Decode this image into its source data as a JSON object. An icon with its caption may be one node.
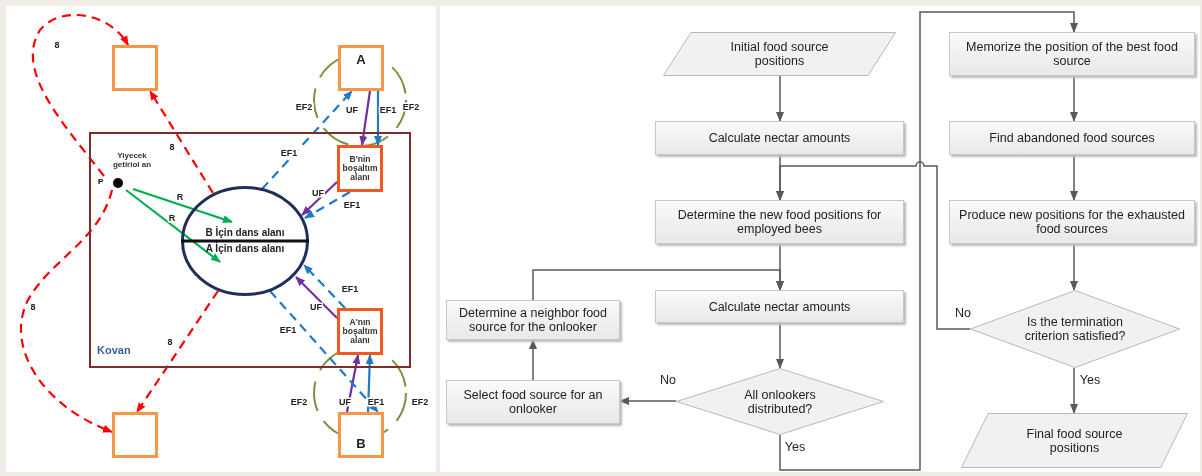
{
  "diagram": {
    "nodes": [
      {
        "text": [
          "Kovan"
        ]
      },
      {
        "text": [],
        "shape": "box"
      },
      {
        "text": [
          "A"
        ]
      },
      {
        "text": [
          "B'nin boşaltım alanı"
        ],
        "in": 0
      },
      {
        "text": [
          "P"
        ],
        "beside": [
          "Yiyecek getiriol an"
        ],
        "in": 0
      },
      {
        "text": [
          "B İçin dans alanı",
          "A İçin dans alanı"
        ],
        "in": 0
      },
      {
        "text": [
          "A'nın boşaltım alanı"
        ],
        "in": 0
      },
      {
        "text": [],
        "shape": "box"
      },
      {
        "text": [
          "B"
        ]
      },
      {
        "text": [
          "Initial food source positions"
        ]
      },
      {
        "text": [
          "Calculate nectar amounts"
        ]
      },
      {
        "text": [
          "Determine the new food positions for employed bees"
        ]
      },
      {
        "text": [
          "Calculate nectar amounts"
        ]
      },
      {
        "text": [
          "All onlookers distributed?"
        ]
      },
      {
        "text": [
          "Select food source for an onlooker"
        ]
      },
      {
        "text": [
          "Determine a neighbor food source for the onlooker"
        ]
      },
      {
        "text": [
          "Memorize the position of the best food source"
        ]
      },
      {
        "text": [
          "Find abandoned food sources"
        ]
      },
      {
        "text": [
          "Produce new positions for the exhausted food sources"
        ]
      },
      {
        "text": [
          "Is the termination criterion satisfied?"
        ]
      },
      {
        "text": [
          "Final food source positions"
        ]
      }
    ],
    "edges": [
      {
        "from": 4,
        "to": 1,
        "arrow": "to",
        "label": "8",
        "style": "dashed",
        "color": "#ff0000"
      },
      {
        "from": 5,
        "to": 1,
        "arrow": "to",
        "label": "8",
        "style": "dashed",
        "color": "#ff0000"
      },
      {
        "from": 4,
        "to": 7,
        "arrow": "to",
        "label": "8",
        "style": "dashed",
        "color": "#ff0000"
      },
      {
        "from": 5,
        "to": 7,
        "arrow": "to",
        "label": "8",
        "style": "dashed",
        "color": "#ff0000"
      },
      {
        "from": 4,
        "to": 5,
        "arrow": "to",
        "label": "R",
        "color": "#00b050"
      },
      {
        "from": 4,
        "to": 5,
        "arrow": "to",
        "label": "R",
        "color": "#00b050"
      },
      {
        "from": 2,
        "to": 3,
        "arrow": "to",
        "label": "UF",
        "color": "#7030a0"
      },
      {
        "from": 2,
        "to": 3,
        "arrow": "to",
        "label": "EF1",
        "color": "#1f7ac8"
      },
      {
        "from": 3,
        "to": 5,
        "arrow": "to",
        "label": "UF",
        "color": "#7030a0"
      },
      {
        "from": 3,
        "to": 5,
        "arrow": "to",
        "label": "EF1",
        "style": "dashed",
        "color": "#1f7ac8"
      },
      {
        "from": 5,
        "to": 2,
        "arrow": "to",
        "label": "EF1",
        "style": "dashed",
        "color": "#1f7ac8"
      },
      {
        "from": 8,
        "to": 6,
        "arrow": "to",
        "label": "UF",
        "color": "#7030a0"
      },
      {
        "from": 8,
        "to": 6,
        "arrow": "to",
        "label": "EF1",
        "color": "#1f7ac8"
      },
      {
        "from": 6,
        "to": 5,
        "arrow": "to",
        "label": "UF",
        "color": "#7030a0"
      },
      {
        "from": 6,
        "to": 5,
        "arrow": "to",
        "label": "EF1",
        "style": "dashed",
        "color": "#1f7ac8"
      },
      {
        "from": 5,
        "to": 8,
        "arrow": "to",
        "label": "EF1",
        "style": "dashed",
        "color": "#1f7ac8"
      },
      {
        "from": 9,
        "to": 10,
        "arrow": "to"
      },
      {
        "from": 10,
        "to": 11,
        "arrow": "to"
      },
      {
        "from": 11,
        "to": 12,
        "arrow": "to"
      },
      {
        "from": 12,
        "to": 13,
        "arrow": "to"
      },
      {
        "from": 13,
        "to": 14,
        "arrow": "to",
        "label": "No"
      },
      {
        "from": 14,
        "to": 15,
        "arrow": "to"
      },
      {
        "from": 15,
        "to": 12,
        "arrow": "to"
      },
      {
        "from": 13,
        "to": 16,
        "arrow": "to",
        "label": "Yes"
      },
      {
        "from": 16,
        "to": 17,
        "arrow": "to"
      },
      {
        "from": 17,
        "to": 18,
        "arrow": "to"
      },
      {
        "from": 18,
        "to": 19,
        "arrow": "to"
      },
      {
        "from": 19,
        "to": 11,
        "arrow": "to",
        "label": "No"
      },
      {
        "from": 19,
        "to": 20,
        "arrow": "to",
        "label": "Yes"
      }
    ],
    "labels": [
      "EF2",
      "EF2",
      "EF2",
      "EF2"
    ]
  }
}
